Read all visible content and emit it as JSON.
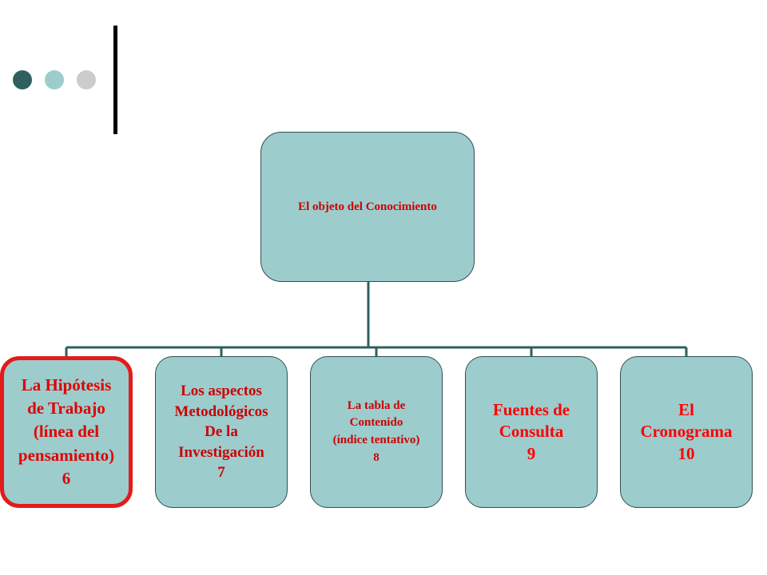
{
  "decoration": {
    "dot_colors": [
      "#2f5f5f",
      "#9dcccd",
      "#cccccc"
    ],
    "bar_color": "#000000"
  },
  "colors": {
    "box_fill": "#9dcccd",
    "connector": "#2f5f5f",
    "text": "#ff0000",
    "highlight_border": "#e31b1b"
  },
  "diagram": {
    "root": {
      "label": "El objeto del Conocimiento"
    },
    "children": [
      {
        "label": "La Hipótesis\nde Trabajo\n(línea del\npensamiento)\n6",
        "highlighted": true
      },
      {
        "label": "Los aspectos\nMetodológicos\nDe la\nInvestigación\n7",
        "highlighted": false
      },
      {
        "label": "La tabla de\nContenido\n(índice tentativo)\n8",
        "highlighted": false
      },
      {
        "label": "Fuentes de\nConsulta\n9",
        "highlighted": false
      },
      {
        "label": "El\nCronograma\n10",
        "highlighted": false
      }
    ]
  }
}
